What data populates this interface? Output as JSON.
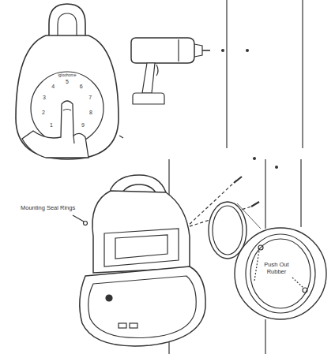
{
  "diagram": {
    "labels": [
      "igloohome",
      "1",
      "2",
      "3",
      "4",
      "5",
      "6",
      "7",
      "8",
      "9",
      "Mounting Seal Rings",
      "Push Out Rubber"
    ]
  }
}
